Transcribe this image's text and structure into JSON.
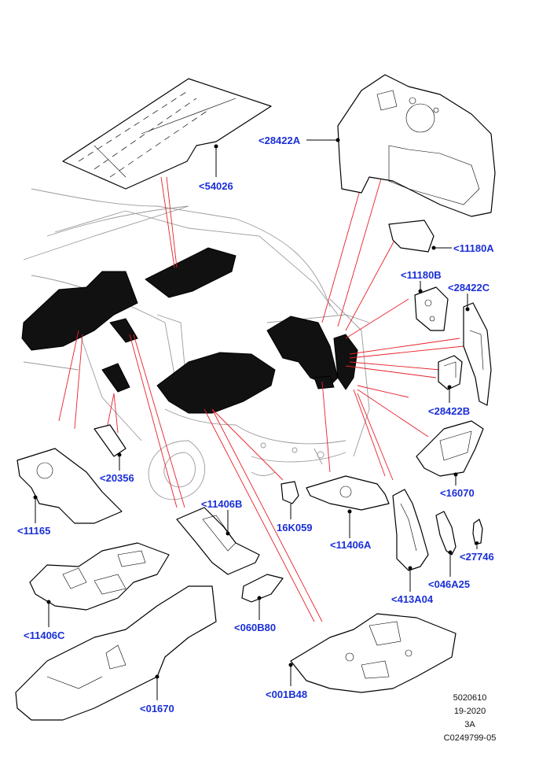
{
  "callouts": {
    "c54026": "<54026",
    "c28422A": "<28422A",
    "c11180A": "<11180A",
    "c11180B": "<11180B",
    "c28422C": "<28422C",
    "c28422B": "<28422B",
    "c16070": "<16070",
    "c20356": "<20356",
    "c11165": "<11165",
    "c11406B": "<11406B",
    "c16K059": "16K059",
    "c11406A": "<11406A",
    "c413A04": "<413A04",
    "c046A25": "<046A25",
    "c27746": "<27746",
    "c11406C": "<11406C",
    "c060B80": "<060B80",
    "c01670": "<01670",
    "c001B48": "<001B48"
  },
  "reference": {
    "line1": "5020610",
    "line2": "19-2020",
    "line3": "3A",
    "line4": "C0249799-05"
  },
  "colors": {
    "callout": "#1a2fd8",
    "leader_red": "#e8202a",
    "insulation": "#111111"
  }
}
